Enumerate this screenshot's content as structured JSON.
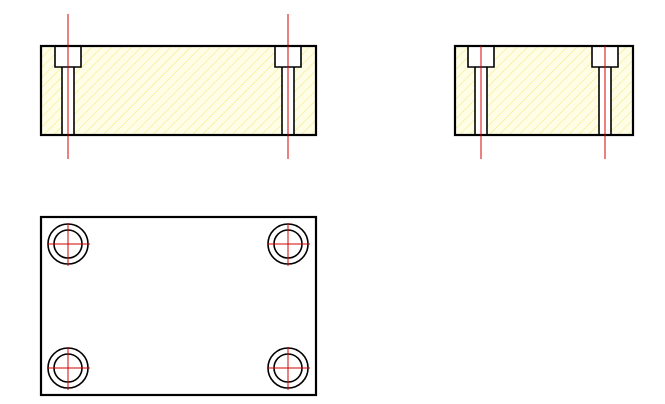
{
  "drawing": {
    "kind": "orthographic-views",
    "views": [
      "front-section",
      "side-section",
      "top-view"
    ],
    "hole_count": 4,
    "colors": {
      "outline": "#000000",
      "centerline": "#d40000",
      "hatch": "#e6e65a",
      "hatch_background": "#fffde6",
      "background": "#ffffff"
    }
  }
}
